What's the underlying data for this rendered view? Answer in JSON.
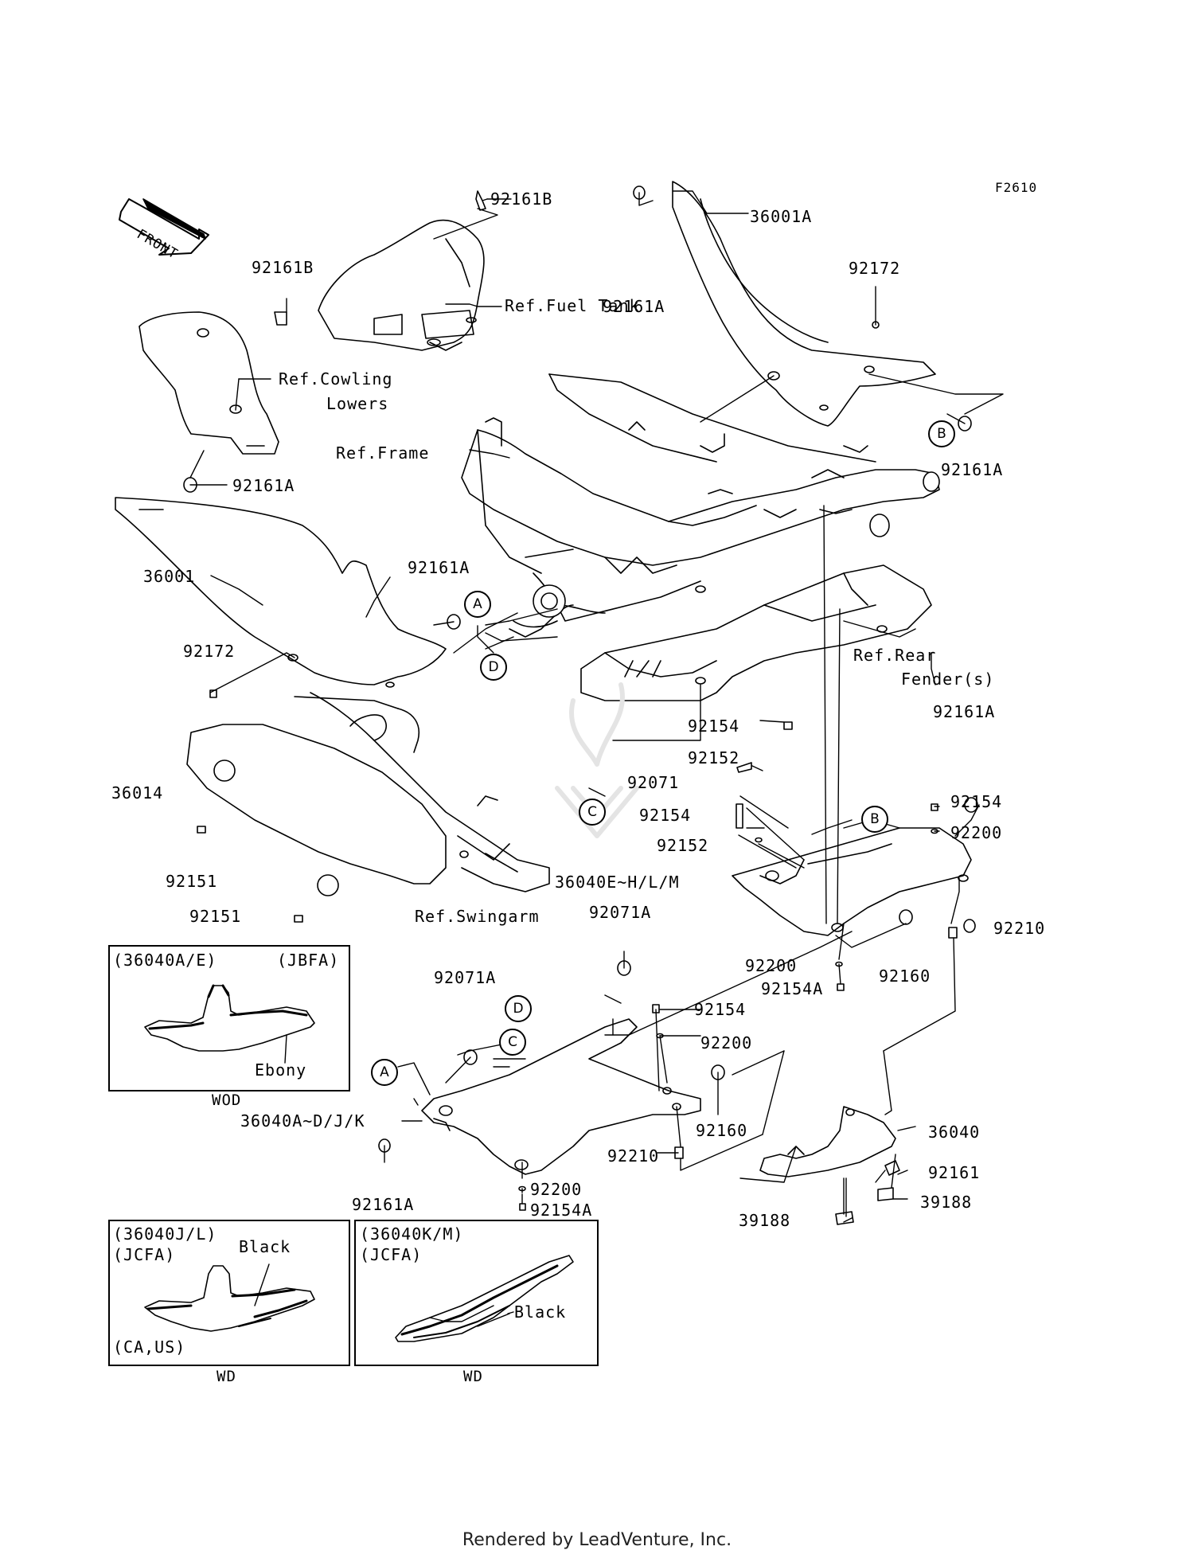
{
  "figure_code": "F2610",
  "front_label": "FRONT",
  "labels": {
    "p92161B_top": "92161B",
    "p92161B_left": "92161B",
    "ref_fuel_tank": "Ref.Fuel Tank",
    "p36001A": "36001A",
    "p92161A_top": "92161A",
    "p92172_top": "92172",
    "ref_cowling_1": "Ref.Cowling",
    "ref_cowling_2": "Lowers",
    "ref_frame": "Ref.Frame",
    "p92161A_right": "92161A",
    "p92161A_left": "92161A",
    "p36001": "36001",
    "p92161A_mid": "92161A",
    "p92172_left": "92172",
    "ref_rear_1": "Ref.Rear",
    "ref_rear_2": "Fender(s)",
    "p92154_a": "92154",
    "p92152_a": "92152",
    "p92071": "92071",
    "p92154_b": "92154",
    "p92152_b": "92152",
    "p36040E": "36040E~H/L/M",
    "p92071A_a": "92071A",
    "p92161A_r2": "92161A",
    "p92154_c": "92154",
    "p92200_a": "92200",
    "p92210_a": "92210",
    "p92160_a": "92160",
    "p92200_b": "92200",
    "p92154A_a": "92154A",
    "p36014": "36014",
    "p92151_a": "92151",
    "p92151_b": "92151",
    "ref_swingarm": "Ref.Swingarm",
    "p92071A_b": "92071A",
    "p92154_d": "92154",
    "p92200_c": "92200",
    "p36040A": "36040A~D/J/K",
    "p92160_b": "92160",
    "p36040": "36040",
    "p92210_b": "92210",
    "p92161": "92161",
    "p92200_d": "92200",
    "p92154A_b": "92154A",
    "p39188_a": "39188",
    "p39188_b": "39188",
    "p92161A_bot": "92161A"
  },
  "callouts": {
    "A1": "A",
    "A2": "A",
    "B1": "B",
    "B2": "B",
    "C1": "C",
    "C2": "C",
    "D1": "D",
    "D2": "D"
  },
  "inset1": {
    "model": "(36040A/E)",
    "region": "(JBFA)",
    "color": "Ebony",
    "caption": "WOD"
  },
  "inset2": {
    "model": "(36040J/L)",
    "region": "(JCFA)",
    "color": "Black",
    "market": "(CA,US)",
    "caption": "WD"
  },
  "inset3": {
    "model": "(36040K/M)",
    "region": "(JCFA)",
    "color": "Black",
    "caption": "WD"
  },
  "footer": "Rendered by LeadVenture, Inc."
}
